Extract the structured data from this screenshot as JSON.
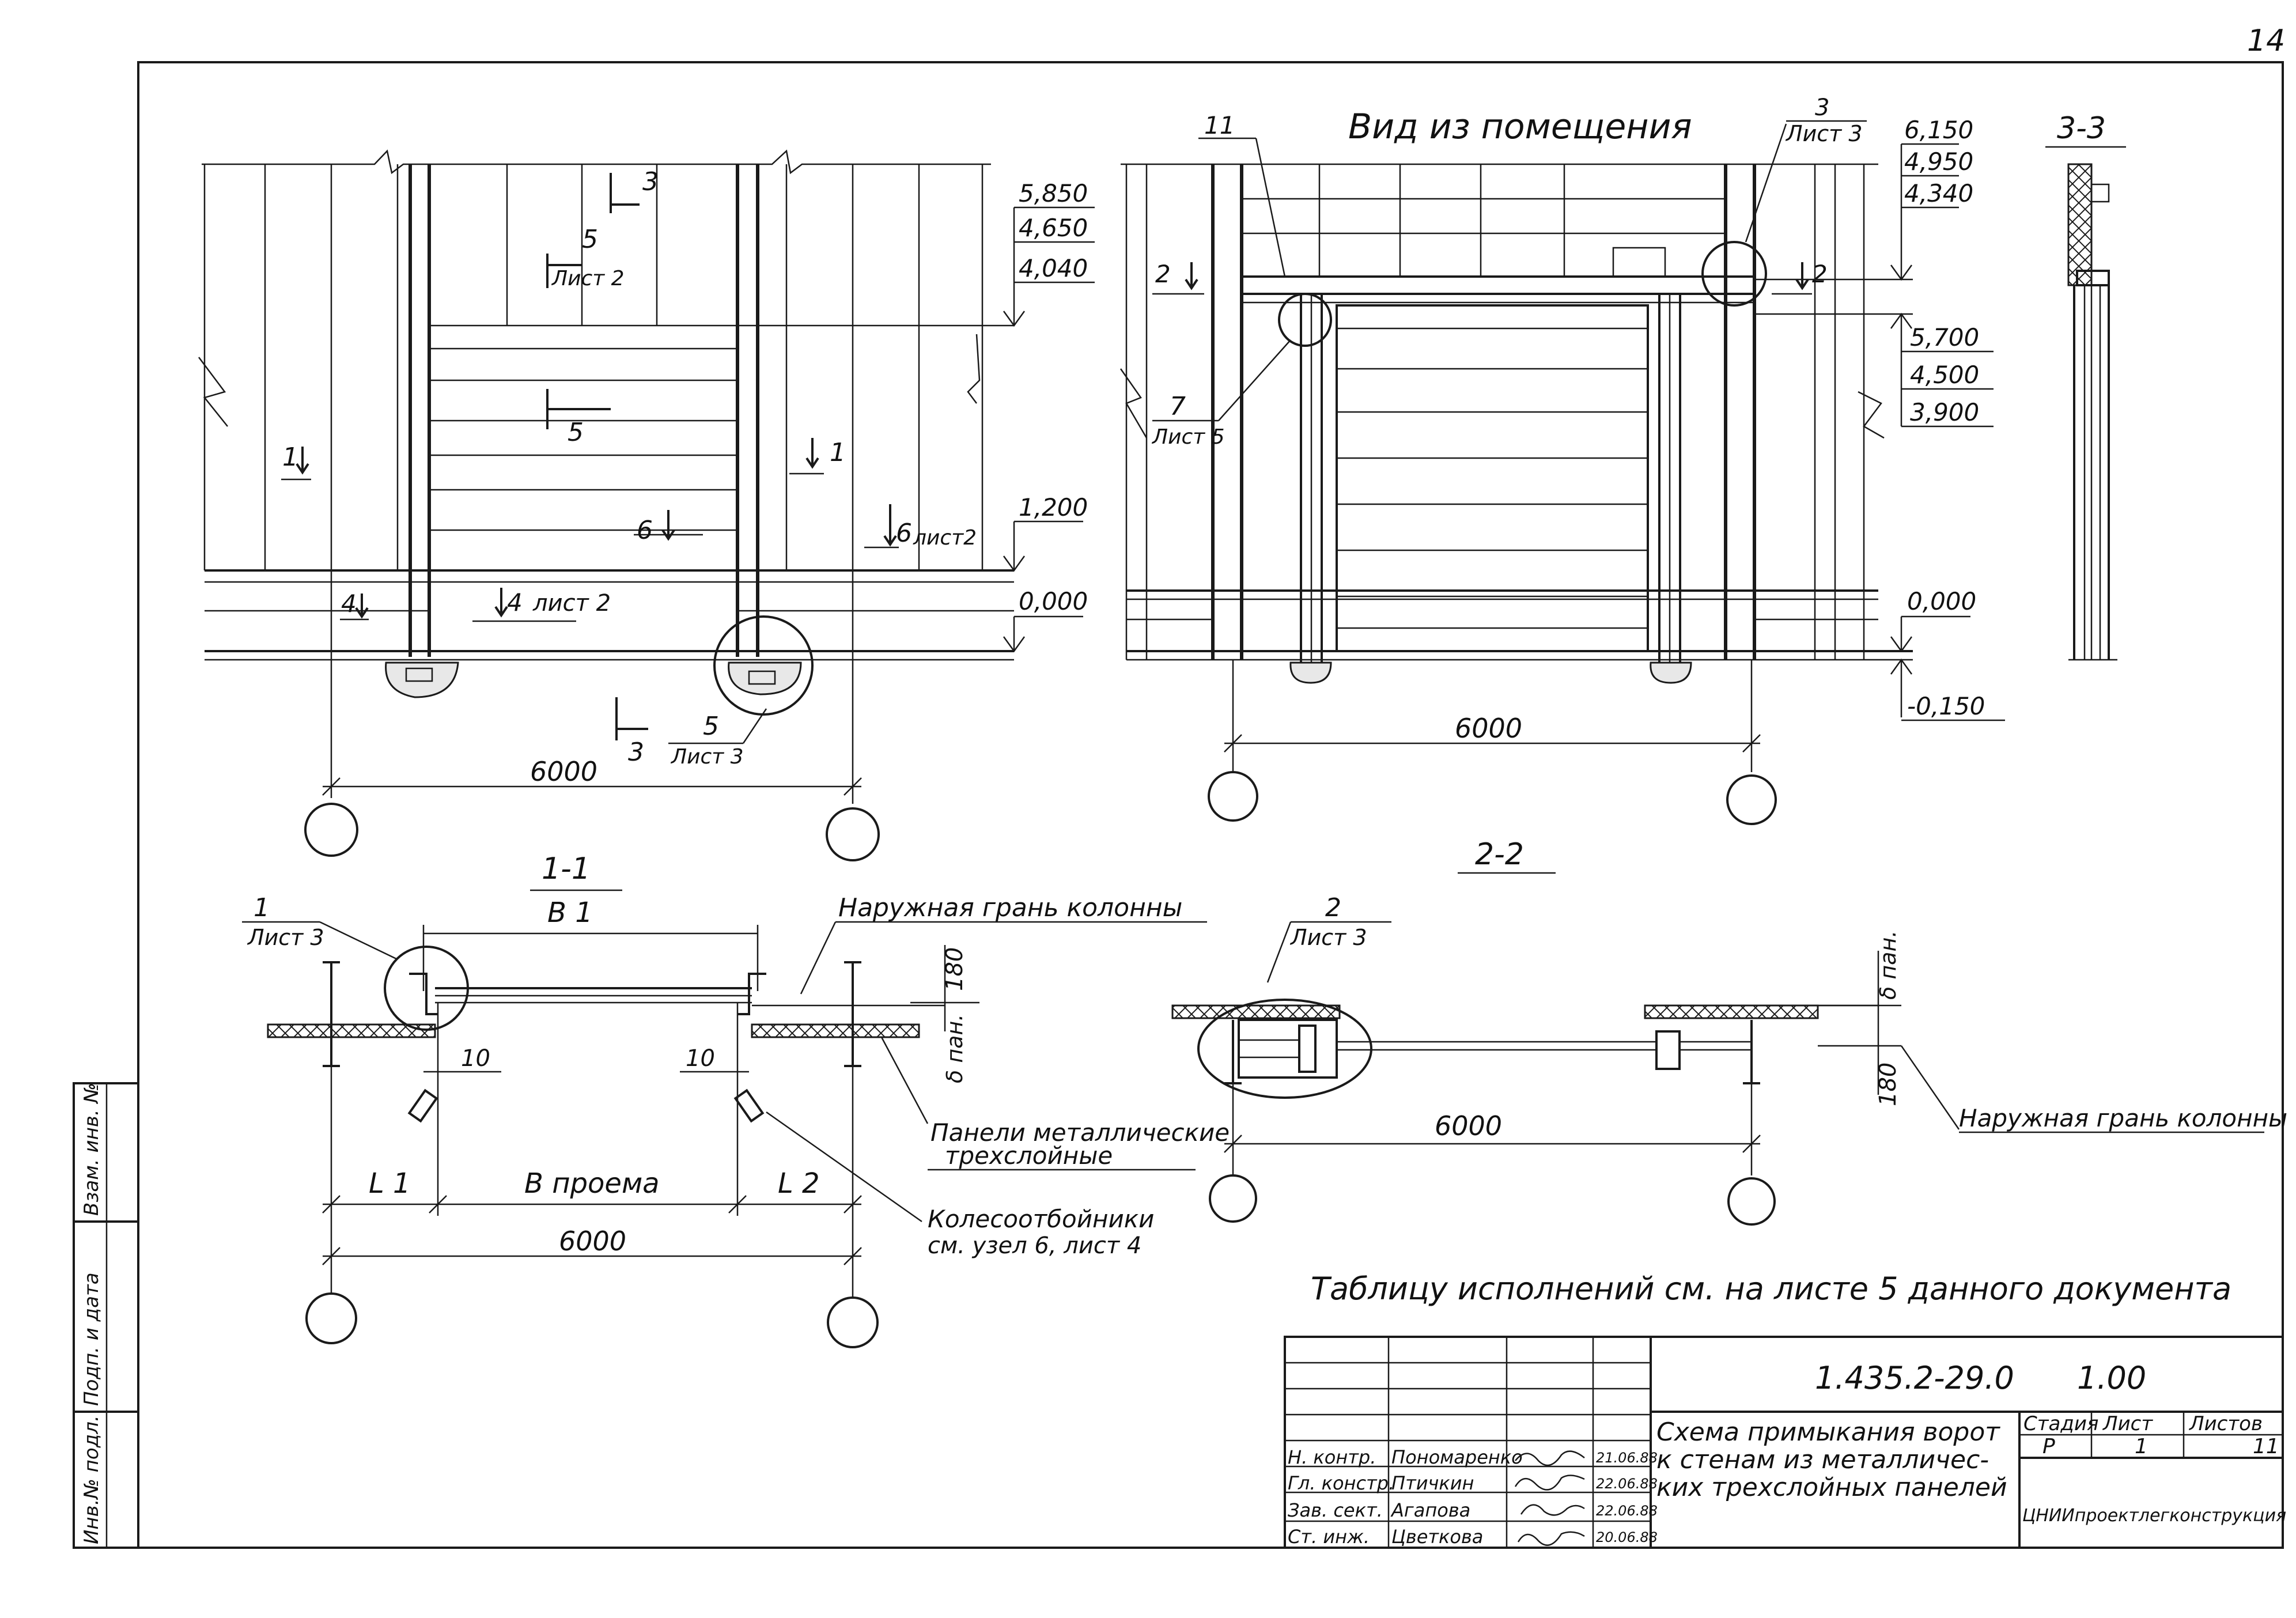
{
  "sheet": {
    "page_number": "14",
    "note": "Таблицу исполнений см. на листе 5 данного документа"
  },
  "elevation_outside": {
    "marks": [
      "5,850",
      "4,650",
      "4,040",
      "1,200",
      "0,000"
    ],
    "section_labels": {
      "s3": "3",
      "s5": "5",
      "s5_sheet": "Лист 2",
      "s1_left": "1",
      "s1_right": "1",
      "s5_mid": "5",
      "s6": "6",
      "s6_right": "6",
      "s6_right_sheet": "лист2",
      "s4": "4",
      "s4_mid": "4",
      "s4_mid_sheet": "лист 2",
      "s3_bottom": "3",
      "s5_bottom": "5",
      "s5_bottom_sheet": "Лист 3"
    },
    "dimension": "6000"
  },
  "elevation_inside": {
    "title": "Вид из помещения",
    "marks_top": [
      "6,150",
      "4,950",
      "4,340"
    ],
    "marks_mid": [
      "5,700",
      "4,500",
      "3,900"
    ],
    "marks_low": [
      "0,000",
      "-0,150"
    ],
    "labels": {
      "item11": "11",
      "c3": "3",
      "c3_sheet": "Лист 3",
      "s2_left": "2",
      "s2_right": "2",
      "c7": "7",
      "c7_sheet": "Лист 5"
    },
    "dimension": "6000"
  },
  "section_33": {
    "title": "3-3"
  },
  "section_11": {
    "title": "1-1",
    "b1": "B 1",
    "c1": "1",
    "c1_sheet": "Лист 3",
    "outer_face": "Наружная грань колонны",
    "dim_180": "180",
    "dim_10_left": "10",
    "dim_10_right": "10",
    "dim_pan": "δ пан.",
    "panels": [
      "Панели металлические",
      "трехслойные"
    ],
    "l1": "L 1",
    "opening": "B проема",
    "l2": "L 2",
    "bumpers": [
      "Колесоотбойники",
      "см. узел 6, лист 4"
    ],
    "dimension": "6000"
  },
  "section_22": {
    "title": "2-2",
    "c2": "2",
    "c2_sheet": "Лист 3",
    "dim_pan": "δ пан.",
    "dim_180": "180",
    "outer_face": "Наружная грань колонны",
    "dimension": "6000"
  },
  "title_block": {
    "doc_code": "1.435.2-29.0",
    "issue": "1.00",
    "roles": [
      "Н. контр.",
      "Гл. констр.",
      "Зав. сект.",
      "Ст. инж."
    ],
    "names": [
      "Пономаренко",
      "Птичкин",
      "Агапова",
      "Цветкова"
    ],
    "dates": [
      "21.06.88",
      "22.06.88",
      "22.06.88",
      "20.06.88"
    ],
    "title_lines": [
      "Схема примыкания ворот",
      "к стенам из металличес-",
      "ких трехслойных панелей"
    ],
    "stage_header": "Стадия",
    "sheet_header": "Лист",
    "sheets_header": "Листов",
    "stage": "Р",
    "sheet": "1",
    "sheets": "11",
    "organization": "ЦНИИпроектлегконструкция"
  },
  "side_stamp": [
    "Инв.№ подл.",
    "Подп. и дата",
    "Взам. инв. №"
  ]
}
